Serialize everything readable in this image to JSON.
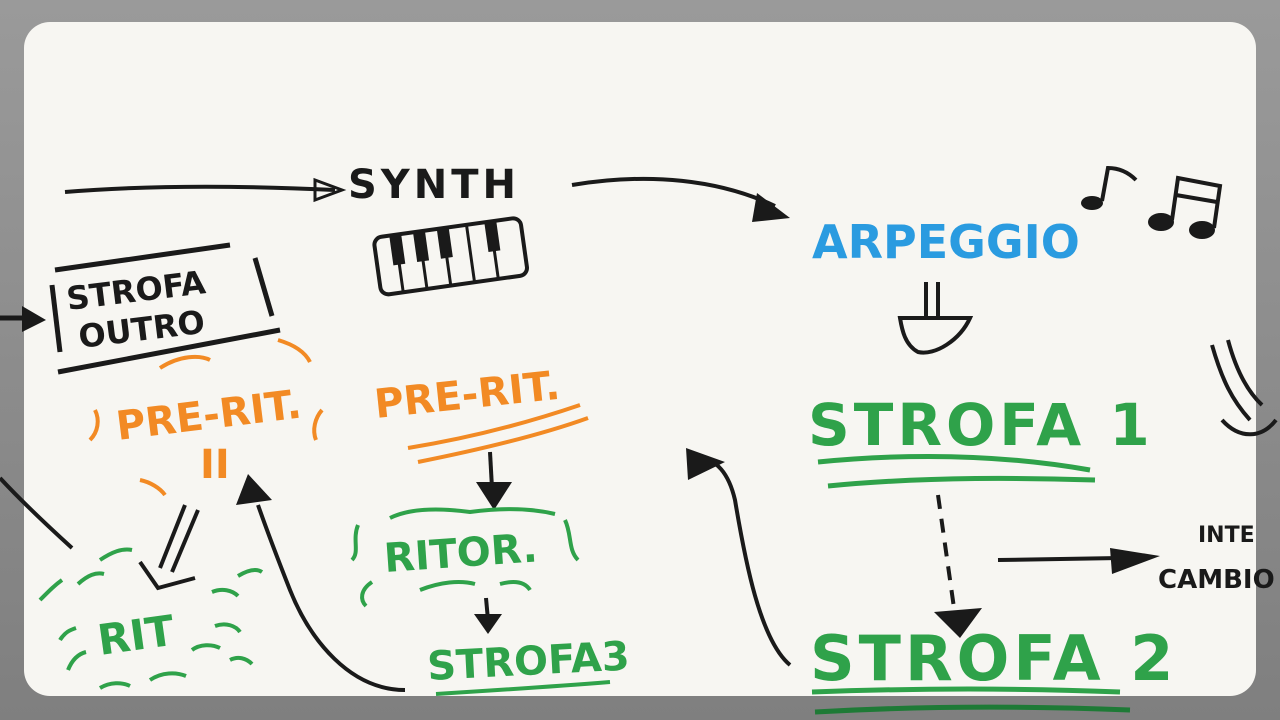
{
  "nodes": {
    "synth": "SYNTH",
    "arpeggio": "ARPEGGIO",
    "strofa_outro_line1": "STROFA",
    "strofa_outro_line2": "OUTRO",
    "pre_rit_ii": "PRE-RIT.",
    "pre_rit_ii_suffix": "II",
    "pre_rit": "PRE-RIT.",
    "strofa1": "STROFA 1",
    "rit": "RIT",
    "ritor": "RITOR.",
    "strofa3": "STROFA3",
    "strofa2": "STROFA 2",
    "inte": "INTE",
    "cambio": "CAMBIO"
  },
  "colors": {
    "ink": "#1a1a1a",
    "blue": "#2a9be0",
    "green": "#2fa24a",
    "orange": "#f28a24",
    "paper": "#f7f6f2"
  },
  "icons": [
    "keyboard-icon",
    "music-notes-icon"
  ]
}
